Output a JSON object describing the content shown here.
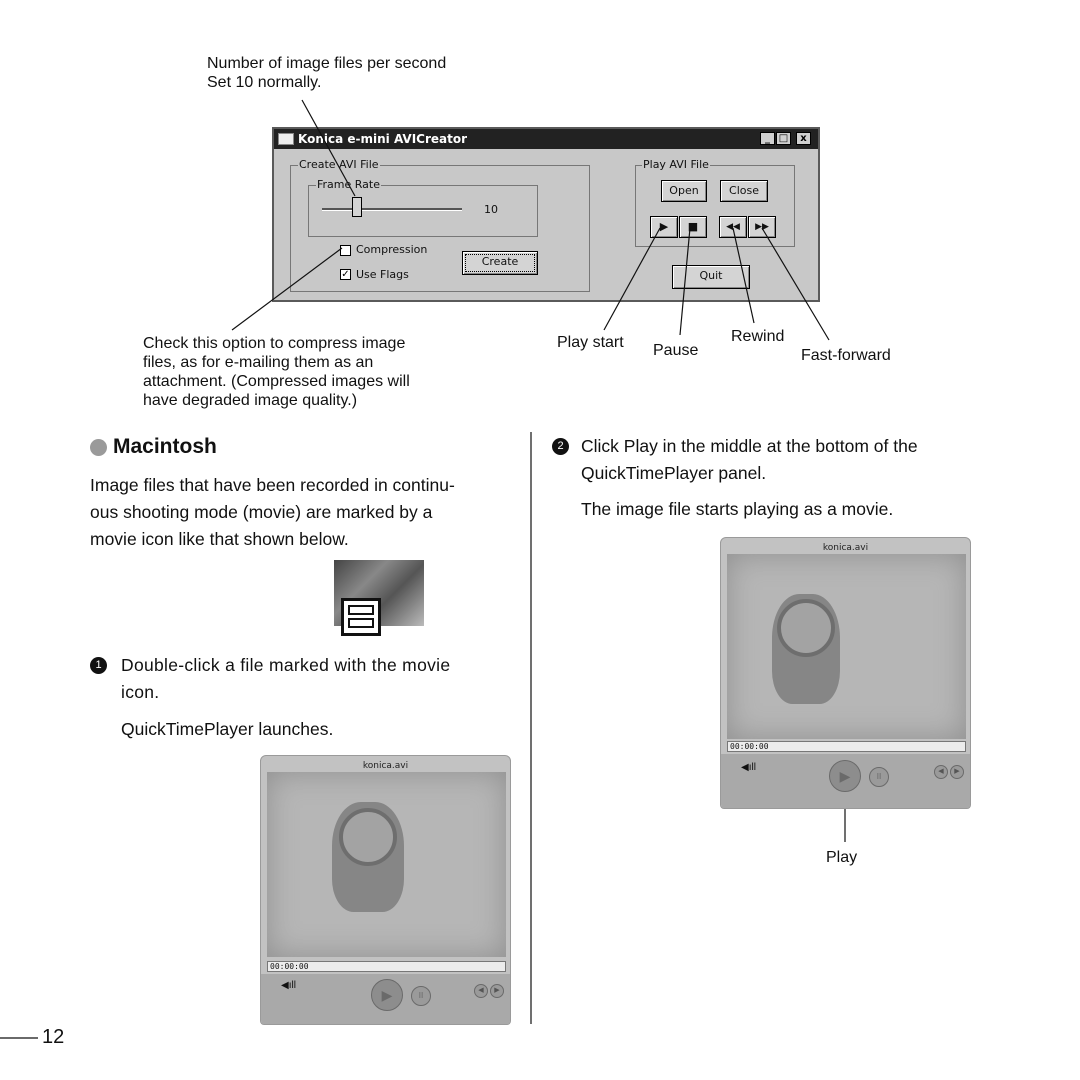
{
  "top_callout": {
    "line1": "Number of image files per second",
    "line2": "Set 10 normally."
  },
  "window": {
    "title": "Konica e-mini AVICreator",
    "minimize": "_",
    "maximize": "□",
    "close": "x",
    "create_group": "Create AVI File",
    "frame_rate_group": "Frame Rate",
    "frame_rate_value": "10",
    "compression_label": "Compression",
    "compression_checked": false,
    "use_flags_label": "Use Flags",
    "use_flags_checked": true,
    "check_mark": "✓",
    "create_button": "Create",
    "play_group": "Play AVI File",
    "open_button": "Open",
    "close_button": "Close",
    "quit_button": "Quit",
    "transport": {
      "play": "▶",
      "stop": "■",
      "rewind": "◀◀",
      "fast_forward": "▶▶"
    }
  },
  "callouts": {
    "compression": [
      "Check this option to compress image",
      "files, as for e-mailing them as an",
      "attachment.  (Compressed images will",
      "have degraded image quality.)"
    ],
    "play_start": "Play start",
    "pause": "Pause",
    "rewind": "Rewind",
    "fast_forward": "Fast-forward"
  },
  "left_column": {
    "heading": "Macintosh",
    "intro": [
      "Image files that have been recorded in continu-",
      "ous shooting mode (movie) are marked by a",
      "movie icon like that shown below."
    ],
    "step1_number": "1",
    "step1": [
      "Double-click a file marked with the movie",
      "icon."
    ],
    "step1_result": "QuickTimePlayer launches."
  },
  "right_column": {
    "step2_number": "2",
    "step2": [
      "Click Play in the middle at the bottom of the",
      "QuickTimePlayer panel."
    ],
    "step2_result": "The image file starts playing as a movie.",
    "play_callout": "Play"
  },
  "quicktime": {
    "title": "konica.avi",
    "timecode": "00:00:00",
    "volume_icon": "speaker-icon",
    "play_glyph": "▶",
    "pause_glyph": "II",
    "nav_left": "◀",
    "nav_right": "▶"
  },
  "page_number": "12"
}
